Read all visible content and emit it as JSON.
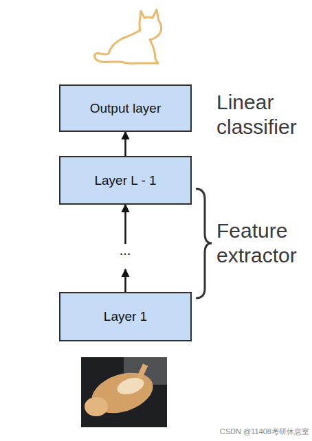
{
  "diagram": {
    "nodes": [
      {
        "text": [
          "Output layer"
        ]
      },
      {
        "text": [
          "Layer L - 1"
        ]
      },
      {
        "text": [
          "Layer 1"
        ]
      }
    ],
    "edges": [
      {
        "from": 1,
        "to": 0,
        "arrow": "to"
      },
      {
        "from": 2,
        "to": 1,
        "arrow": "to"
      }
    ],
    "labels": [
      "...",
      "Linear classifier",
      "Feature extractor",
      "CSDN @11408考研休息室"
    ]
  }
}
